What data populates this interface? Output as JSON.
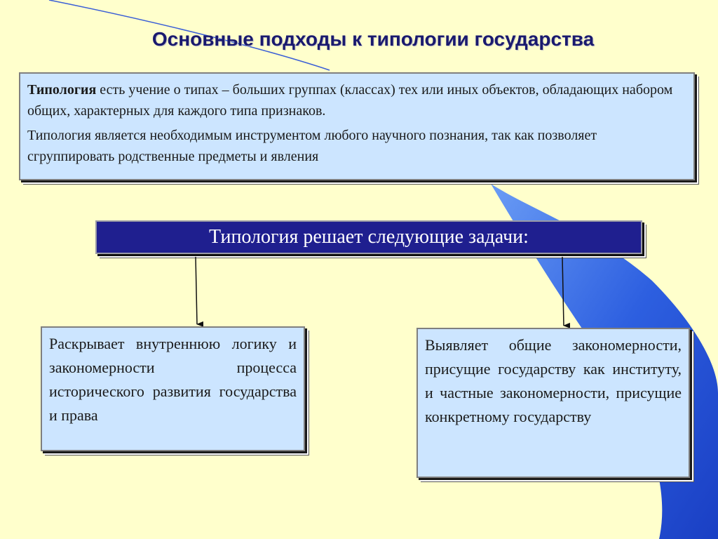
{
  "slide": {
    "title": "Основные подходы к типологии государства",
    "definition": {
      "term": "Типология",
      "text_1": " есть учение о типах – больших группах (классах) тех или иных объектов, обладающих набором общих, характерных для каждого типа признаков.",
      "text_2": "Типология является необходимым инструментом любого научного познания, так как позволяет сгруппировать родственные предметы и явления"
    },
    "tasks_header": "Типология решает следующие задачи:",
    "tasks": [
      "Раскрывает внутреннюю логику и закономерности процесса исторического развития государства и права",
      "Выявляет общие закономерности, присущие государству как институту, и частные закономерности, присущие конкретному государству"
    ]
  },
  "colors": {
    "background": "#ffffcc",
    "title_text": "#1a1a6e",
    "box_fill": "#cce5ff",
    "header_fill": "#1f1f8f",
    "decor_blue": "#2255dd"
  }
}
